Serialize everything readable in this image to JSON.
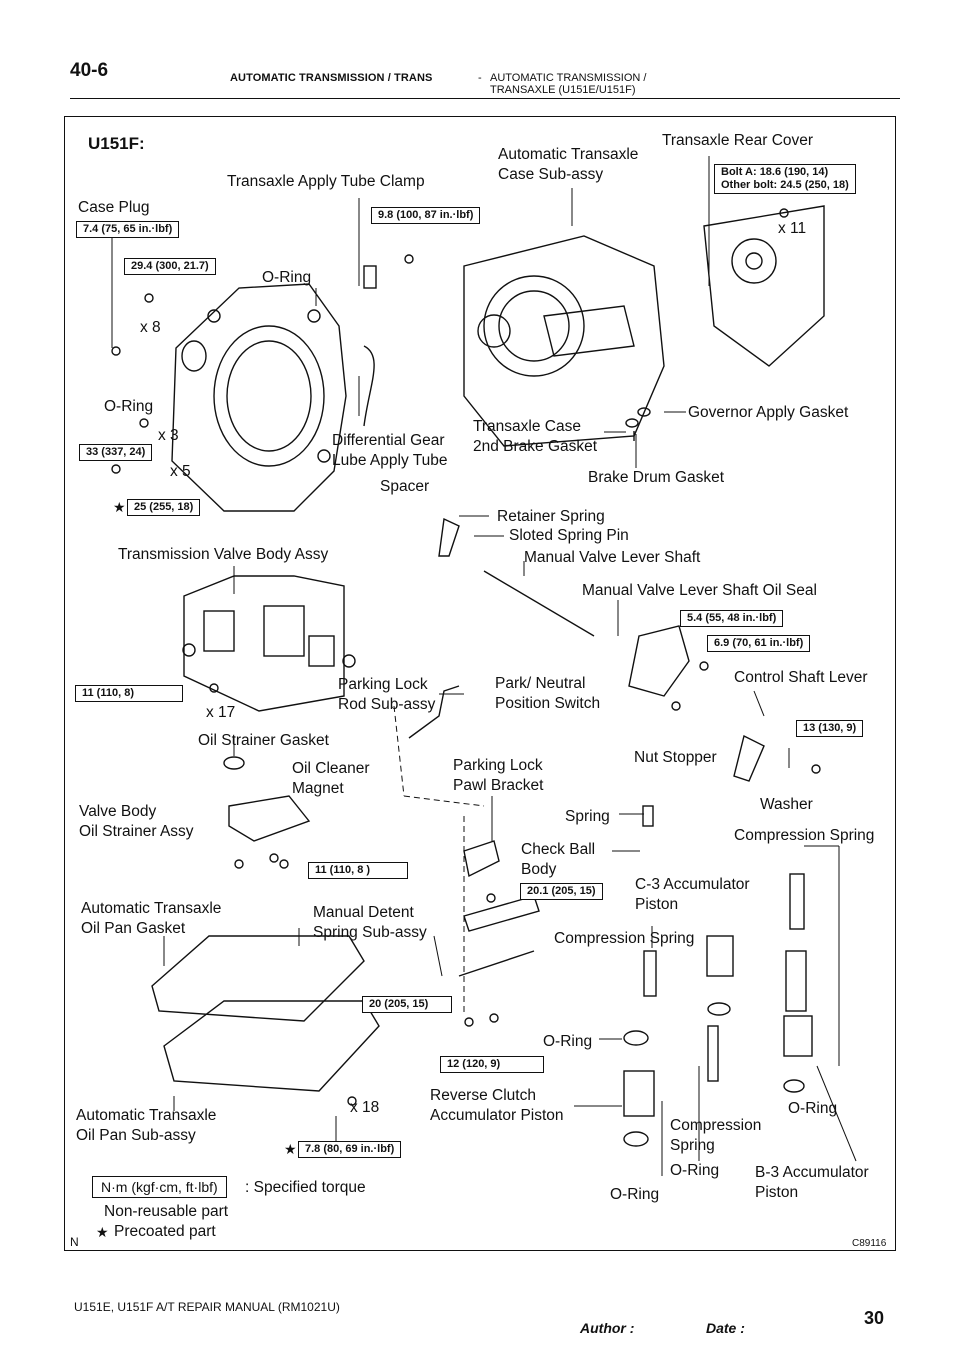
{
  "header": {
    "page_number": "40-6",
    "section_left": "AUTOMATIC TRANSMISSION / TRANS",
    "dash": "-",
    "section_right": "AUTOMATIC TRANSMISSION /\nTRANSAXLE (U151E/U151F)"
  },
  "diagram": {
    "model": "U151F:",
    "corner_left": "N",
    "figure_code": "C89116",
    "labels": {
      "transaxle_rear_cover": "Transaxle Rear Cover",
      "auto_transaxle_case": "Automatic Transaxle\nCase  Sub-assy",
      "tube_clamp": "Transaxle Apply Tube Clamp",
      "case_plug": "Case Plug",
      "oring_top": "O-Ring",
      "x8": "x 8",
      "oring_left": "O-Ring",
      "x3": "x 3",
      "x5": "x 5",
      "x11": "x 11",
      "diff_gear_tube": "Differential Gear\nLube Apply Tube",
      "spacer": "Spacer",
      "transaxle_case_gasket": "Transaxle Case\n2nd Brake Gasket",
      "governor_gasket": "Governor Apply Gasket",
      "brake_drum_gasket": "Brake Drum Gasket",
      "retainer_spring": "Retainer Spring",
      "sloted_pin": "Sloted Spring Pin",
      "valve_body_assy": "Transmission Valve Body Assy",
      "manual_valve_shaft": "Manual Valve Lever Shaft",
      "shaft_oil_seal": "Manual Valve Lever Shaft Oil Seal",
      "parking_lock_rod": "Parking Lock\nRod  Sub-assy",
      "pn_switch": "Park/ Neutral\nPosition Switch",
      "control_shaft_lever": "Control Shaft Lever",
      "x17": "x 17",
      "oil_strainer_gasket": "Oil Strainer Gasket",
      "oil_cleaner_magnet": "Oil Cleaner\nMagnet",
      "parking_lock_pawl": "Parking Lock\nPawl Bracket",
      "nut_stopper": "Nut Stopper",
      "washer": "Washer",
      "valve_body_strainer": "Valve Body\nOil Strainer Assy",
      "spring": "Spring",
      "compression_spring_r": "Compression Spring",
      "check_ball": "Check Ball\nBody",
      "c3_piston": "C-3  Accumulator\nPiston",
      "oil_pan_gasket": "Automatic Transaxle\nOil Pan Gasket",
      "manual_detent": "Manual Detent\nSpring  Sub-assy",
      "compression_spring_m": "Compression Spring",
      "oring_mid": "O-Ring",
      "reverse_clutch": "Reverse Clutch\nAccumulator Piston",
      "x18": "x 18",
      "oil_pan": "Automatic Transaxle\nOil  Pan  Sub-assy",
      "compression_spring_b": "Compression\nSpring",
      "oring_r": "O-Ring",
      "oring_b1": "O-Ring",
      "oring_b2": "O-Ring",
      "b3_piston": "B-3  Accumulator\nPiston"
    },
    "torques": {
      "t1": "7.4 (75, 65 in.·lbf)",
      "t2": "29.4 (300, 21.7)",
      "t3": "9.8 (100, 87 in.·lbf)",
      "t4": "Bolt A: 18.6 (190, 14)\nOther bolt: 24.5 (250, 18)",
      "t5": "33 (337, 24)",
      "t6": "25 (255, 18)",
      "t7": "5.4 (55, 48 in.·lbf)",
      "t8": "6.9 (70, 61 in.·lbf)",
      "t9": "11 (110, 8)",
      "t10": "13 (130, 9)",
      "t11": "11 (110, 8 )",
      "t12": "20.1 (205, 15)",
      "t13": "20 (205, 15)",
      "t14": "12 (120, 9)",
      "t15": "7.8 (80, 69 in.·lbf)"
    },
    "legend": {
      "unit_box": "N·m (kgf·cm, ft·lbf)",
      "specified": ": Specified torque",
      "non_reusable": "Non-reusable part",
      "precoated": "Precoated part",
      "star": "★"
    }
  },
  "footer": {
    "manual": "U151E, U151F A/T REPAIR MANUAL   (RM1021U)",
    "author": "Author :",
    "date": "Date :",
    "page": "30"
  }
}
